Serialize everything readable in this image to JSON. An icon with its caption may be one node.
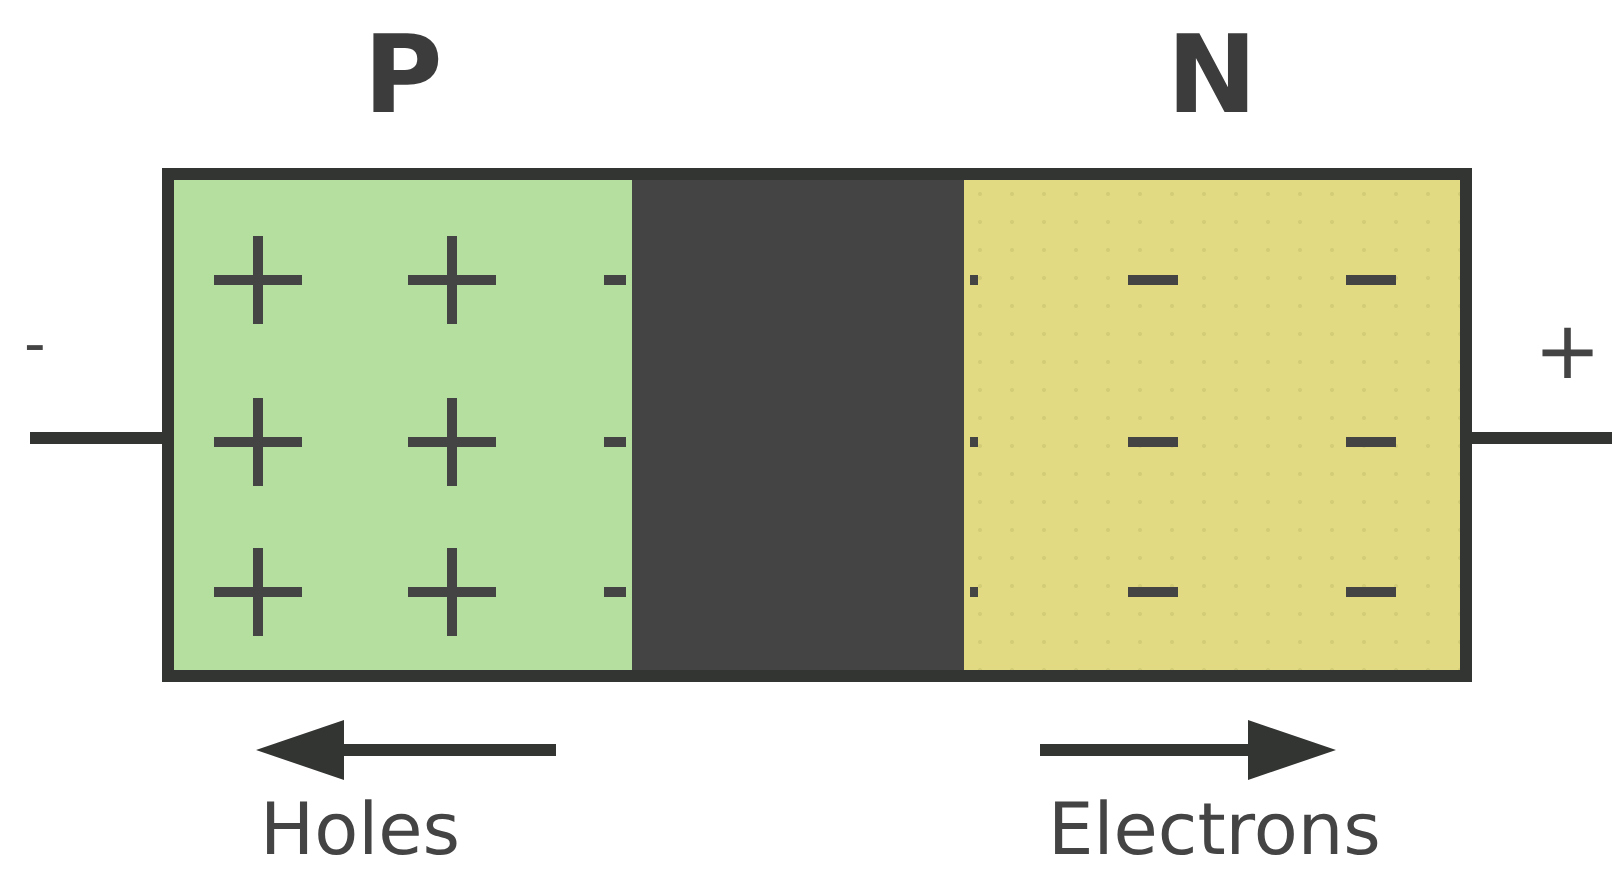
{
  "diagram": {
    "nodes": [
      {
        "text": [
          "P"
        ]
      },
      {
        "text": [],
        "shape": "box"
      },
      {
        "text": [
          "N"
        ]
      }
    ],
    "edges": [
      {
        "from": null,
        "to": 0,
        "arrow": "none"
      },
      {
        "from": 2,
        "to": null,
        "arrow": "none"
      }
    ],
    "labels": [
      "-",
      "+",
      "Holes",
      "Electrons"
    ]
  }
}
